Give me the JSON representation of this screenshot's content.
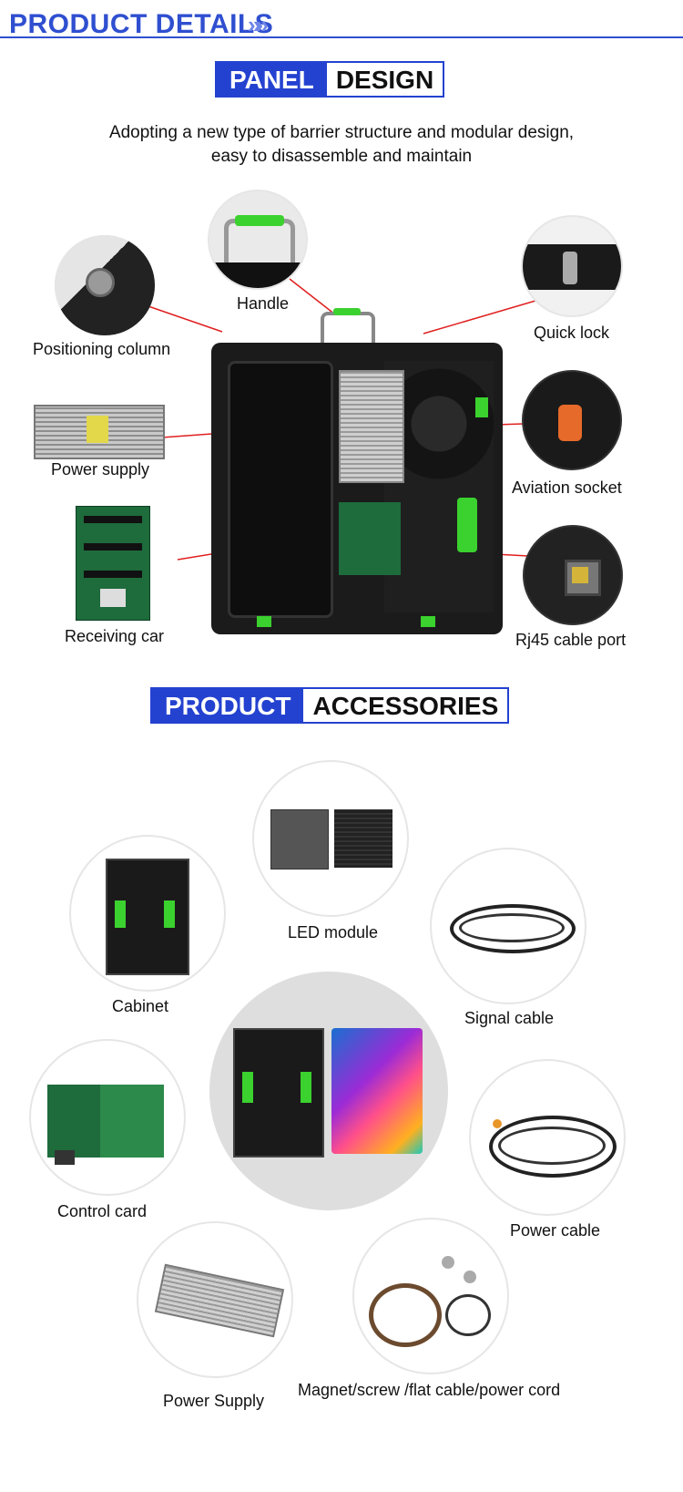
{
  "header": {
    "title": "PRODUCT DETAILS",
    "chevrons": "»»",
    "accent": "#2f4fd0"
  },
  "panel_design": {
    "title_a": "PANEL",
    "title_b": "DESIGN",
    "subtitle_line1": "Adopting a new type of barrier structure and modular design,",
    "subtitle_line2": "easy to disassemble and maintain",
    "callouts": {
      "handle": "Handle",
      "positioning_column": "Positioning column",
      "quick_lock": "Quick lock",
      "power_supply": "Power supply",
      "aviation_socket": "Aviation socket",
      "receiving_card": "Receiving car",
      "rj45": "Rj45 cable port"
    }
  },
  "accessories": {
    "title_a": "PRODUCT",
    "title_b": "ACCESSORIES",
    "items": {
      "led_module": "LED module",
      "cabinet": "Cabinet",
      "signal_cable": "Signal cable",
      "control_card": "Control card",
      "power_cable": "Power cable",
      "power_supply": "Power Supply",
      "magnet": "Magnet/screw /flat cable/power cord"
    }
  },
  "colors": {
    "brand": "#2442d0",
    "green": "#3bd12e",
    "callout_line": "#e02020"
  }
}
